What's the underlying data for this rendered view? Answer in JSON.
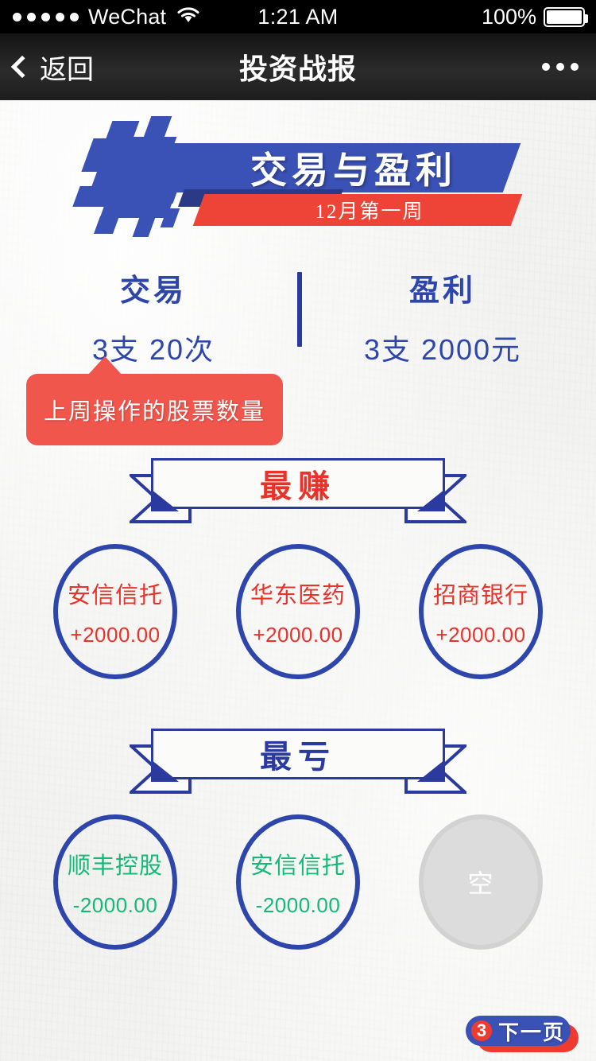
{
  "status_bar": {
    "signal_dots": 5,
    "carrier": "WeChat",
    "wifi_icon": "wifi-icon",
    "time": "1:21 AM",
    "battery_percent": "100%",
    "battery_icon": "battery-full-icon"
  },
  "nav": {
    "back_icon": "chevron-left-icon",
    "back_label": "返回",
    "title": "投资战报",
    "more_icon": "ellipsis-icon"
  },
  "banner": {
    "title": "交易与盈利",
    "subtitle": "12月第一周"
  },
  "stats": {
    "left": {
      "label": "交易",
      "value": "3支  20次"
    },
    "right": {
      "label": "盈利",
      "value": "3支  2000元"
    }
  },
  "tooltip": {
    "text": "上周操作的股票数量"
  },
  "sections": [
    {
      "ribbon_title": "最赚",
      "title_color": "#e8332a",
      "items": [
        {
          "name": "安信信托",
          "value": "+2000.00",
          "state": "gain"
        },
        {
          "name": "华东医药",
          "value": "+2000.00",
          "state": "gain"
        },
        {
          "name": "招商银行",
          "value": "+2000.00",
          "state": "gain"
        }
      ]
    },
    {
      "ribbon_title": "最亏",
      "title_color": "#2a3a9e",
      "items": [
        {
          "name": "顺丰控股",
          "value": "-2000.00",
          "state": "loss"
        },
        {
          "name": "安信信托",
          "value": "-2000.00",
          "state": "loss"
        },
        {
          "name": "空",
          "value": "",
          "state": "empty"
        }
      ]
    }
  ],
  "next_button": {
    "badge": "3",
    "label": "下一页"
  },
  "colors": {
    "brand_blue": "#3a51b5",
    "deep_blue": "#2a3a9e",
    "accent_red": "#ee4437",
    "gain_red": "#e8332a",
    "loss_green": "#13b87a",
    "empty_grey": "#dcdcdc"
  }
}
